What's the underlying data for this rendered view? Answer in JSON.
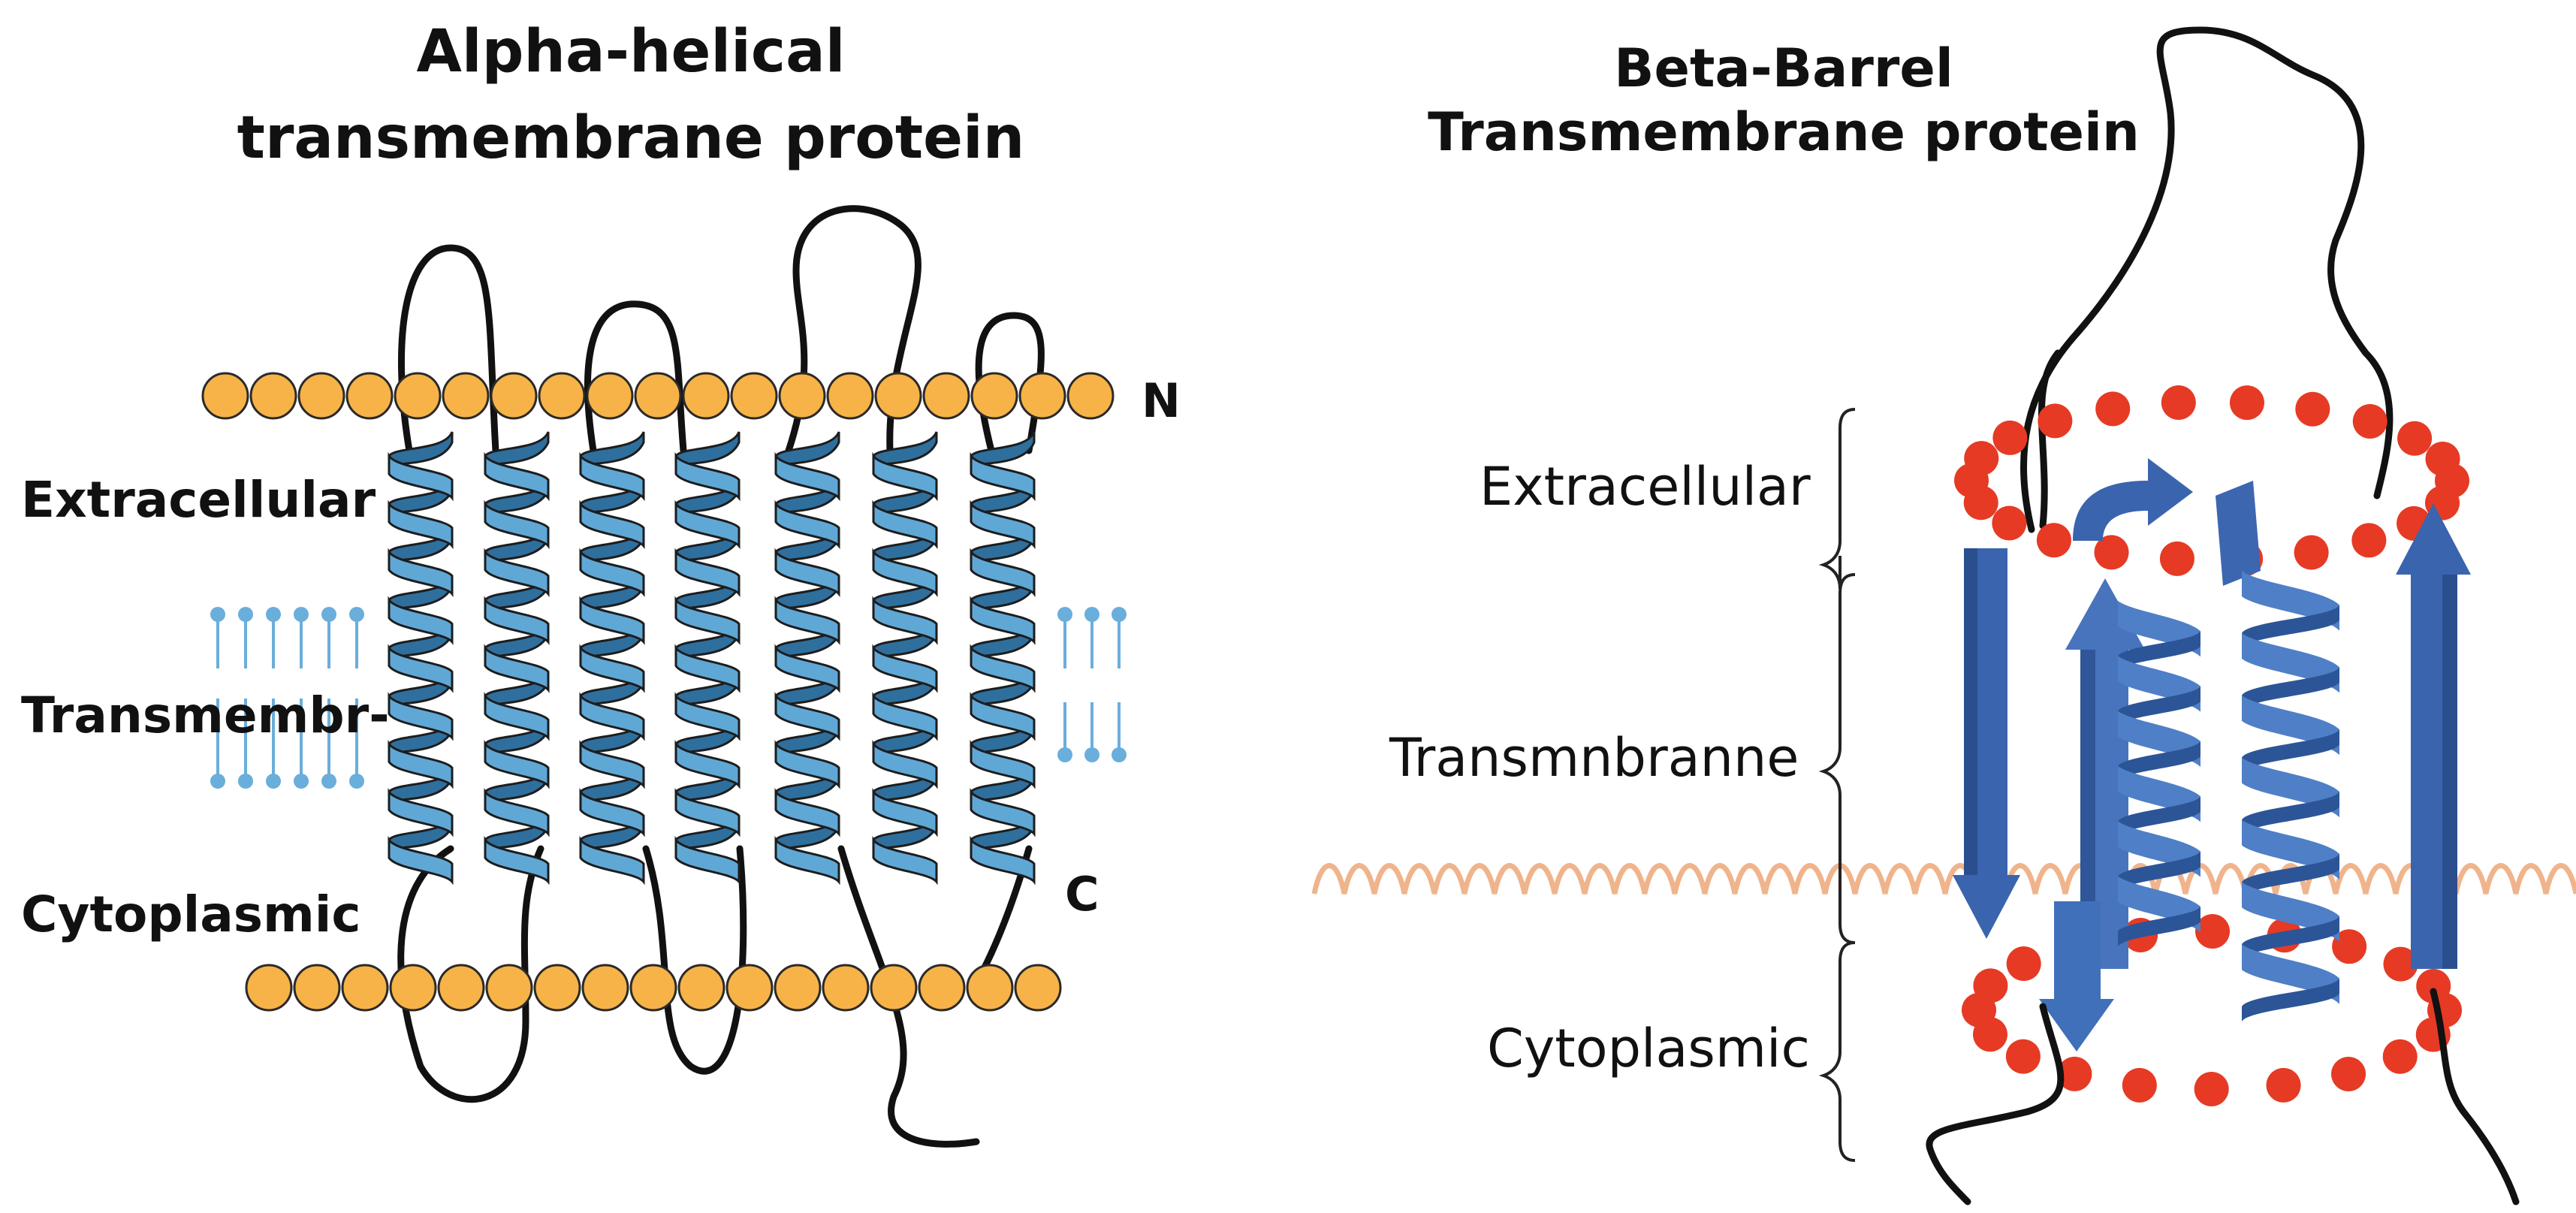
{
  "alpha_panel": {
    "title_line1": "Alpha-helical",
    "title_line2": "transmembrane protein",
    "label_extracellular": "Extracellular",
    "label_transmembrane": "Transmembr-",
    "label_cytoplasmic": "Cytoplasmic",
    "terminus_n": "N",
    "terminus_c": "C",
    "helix_count": 7
  },
  "beta_panel": {
    "title_line1": "Beta-Barrel",
    "title_line2": "Transmembrane protein",
    "label_extracellular": "Extracellular",
    "label_transmembrane": "Transmnbranne",
    "label_cytoplasmic": "Cytoplasmic"
  },
  "colors": {
    "helix": "#5fa8d6",
    "helix_dark": "#2f6f9e",
    "lipid_head": "#f7b347",
    "lipid_outline": "#2a2a2a",
    "strand": "#3f6db5",
    "red_dot": "#e63a24",
    "wave": "#f0b48c",
    "loop": "#111111",
    "lipid_small": "#6aaedb"
  }
}
